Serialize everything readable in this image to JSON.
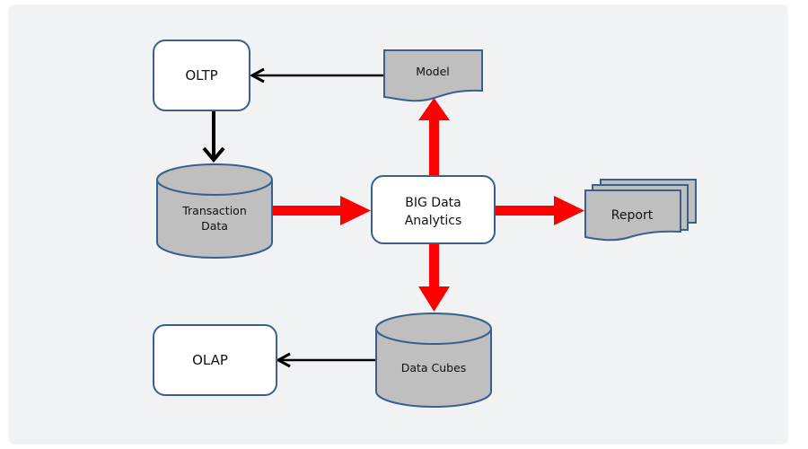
{
  "diagram": {
    "title": "BIG Data Analytics data flow",
    "colors": {
      "background": "#f1f2f4",
      "node_border": "#3a5f8f",
      "process_fill": "#ffffff",
      "store_fill": "#bfbfbf",
      "primary_arrow": "#ff0000",
      "secondary_arrow": "#000000"
    },
    "nodes": {
      "oltp": {
        "label": "OLTP",
        "shape": "rounded-rectangle"
      },
      "model": {
        "label": "Model",
        "shape": "document"
      },
      "transaction_data": {
        "label_line1": "Transaction",
        "label_line2": "Data",
        "shape": "cylinder"
      },
      "big_data_analytics": {
        "label_line1": "BIG Data",
        "label_line2": "Analytics",
        "shape": "rounded-rectangle"
      },
      "report": {
        "label": "Report",
        "shape": "multi-document"
      },
      "data_cubes": {
        "label": "Data Cubes",
        "shape": "cylinder"
      },
      "olap": {
        "label": "OLAP",
        "shape": "rounded-rectangle"
      }
    },
    "edges": [
      {
        "from": "Model",
        "to": "OLTP",
        "style": "black"
      },
      {
        "from": "OLTP",
        "to": "Transaction Data",
        "style": "black"
      },
      {
        "from": "Transaction Data",
        "to": "BIG Data Analytics",
        "style": "red"
      },
      {
        "from": "BIG Data Analytics",
        "to": "Model",
        "style": "red"
      },
      {
        "from": "BIG Data Analytics",
        "to": "Report",
        "style": "red"
      },
      {
        "from": "BIG Data Analytics",
        "to": "Data Cubes",
        "style": "red"
      },
      {
        "from": "Data Cubes",
        "to": "OLAP",
        "style": "black"
      }
    ]
  }
}
